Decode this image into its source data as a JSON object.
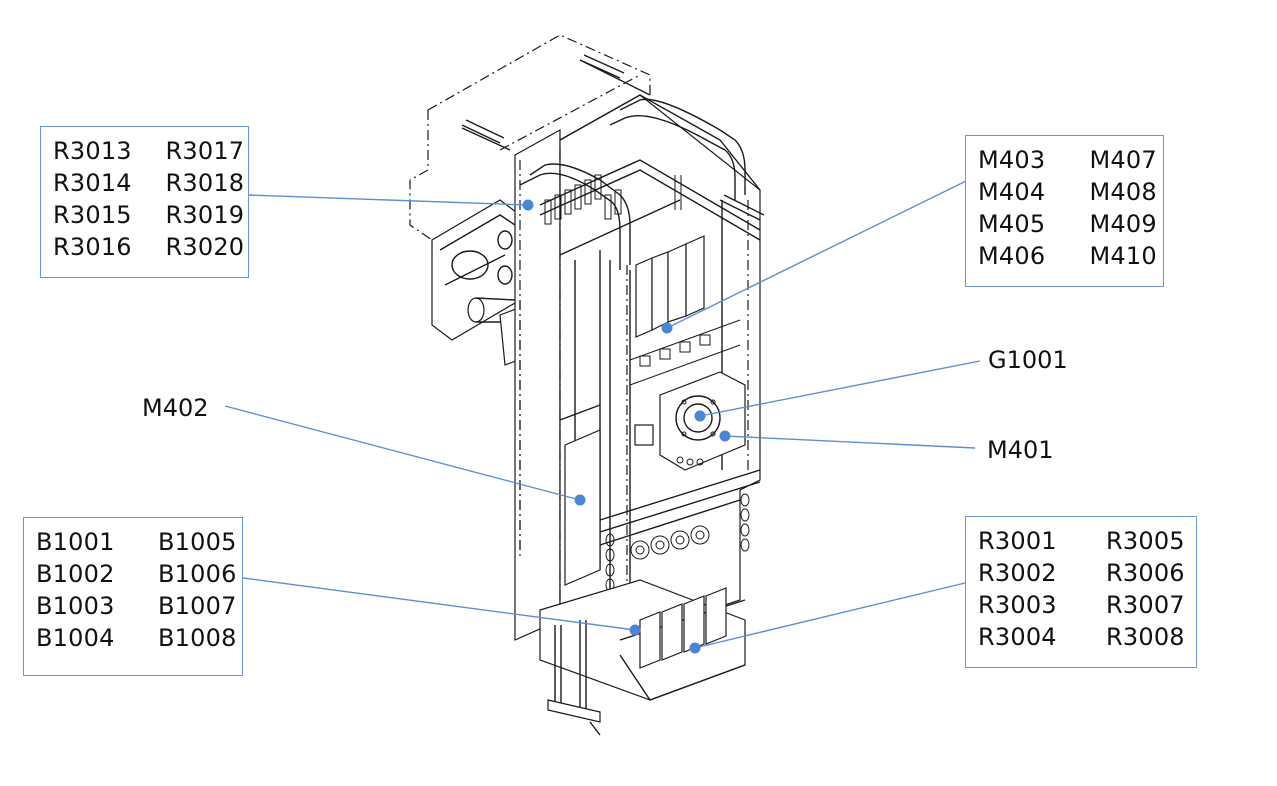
{
  "diagram": {
    "subject": "Isometric line drawing of machine module assembly with component callouts",
    "accent_color": "#5b8fd8",
    "callouts": [
      {
        "id": "group-r3013-r3020",
        "items": [
          "R3013",
          "R3014",
          "R3015",
          "R3016",
          "R3017",
          "R3018",
          "R3019",
          "R3020"
        ]
      },
      {
        "id": "group-m403-m410",
        "items": [
          "M403",
          "M404",
          "M405",
          "M406",
          "M407",
          "M408",
          "M409",
          "M410"
        ]
      },
      {
        "id": "single-g1001",
        "items": [
          "G1001"
        ]
      },
      {
        "id": "single-m401",
        "items": [
          "M401"
        ]
      },
      {
        "id": "single-m402",
        "items": [
          "M402"
        ]
      },
      {
        "id": "group-b1001-b1008",
        "items": [
          "B1001",
          "B1002",
          "B1003",
          "B1004",
          "B1005",
          "B1006",
          "B1007",
          "B1008"
        ]
      },
      {
        "id": "group-r3001-r3008",
        "items": [
          "R3001",
          "R3002",
          "R3003",
          "R3004",
          "R3005",
          "R3006",
          "R3007",
          "R3008"
        ]
      }
    ]
  }
}
